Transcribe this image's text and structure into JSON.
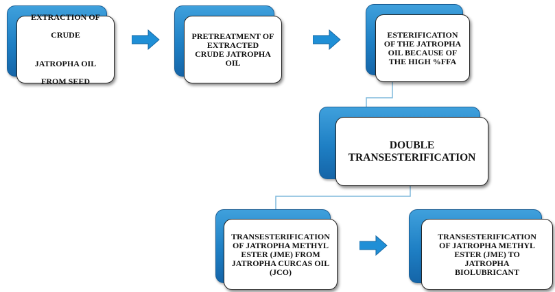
{
  "diagram": {
    "nodes": [
      {
        "id": "extraction",
        "line1": "EXTRACTION OF",
        "line2": "CRUDE",
        "line3": "JATROPHA OIL",
        "line4": "FROM SEED"
      },
      {
        "id": "pretreatment",
        "text": "PRETREATMENT OF\nEXTRACTED\nCRUDE JATROPHA\nOIL"
      },
      {
        "id": "esterification",
        "text": "ESTERIFICATION\nOF THE JATROPHA\nOIL BECAUSE OF\nTHE HIGH %FFA"
      },
      {
        "id": "double",
        "text": "DOUBLE\nTRANSESTERIFICATION"
      },
      {
        "id": "trans-jme",
        "text": "TRANSESTERIFICATION\nOF JATROPHA METHYL\nESTER (JME) FROM\nJATROPHA CURCAS OIL\n(JCO)"
      },
      {
        "id": "trans-bio",
        "text": "TRANSESTERIFICATION\nOF JATROPHA METHYL\nESTER (JME) TO\nJATROPHA\nBIOLUBRICANT"
      }
    ],
    "colors": {
      "accent": "#1e7fc4",
      "arrow": "#1f8fd6",
      "connector": "#7fb8dc",
      "border": "#222222"
    }
  }
}
